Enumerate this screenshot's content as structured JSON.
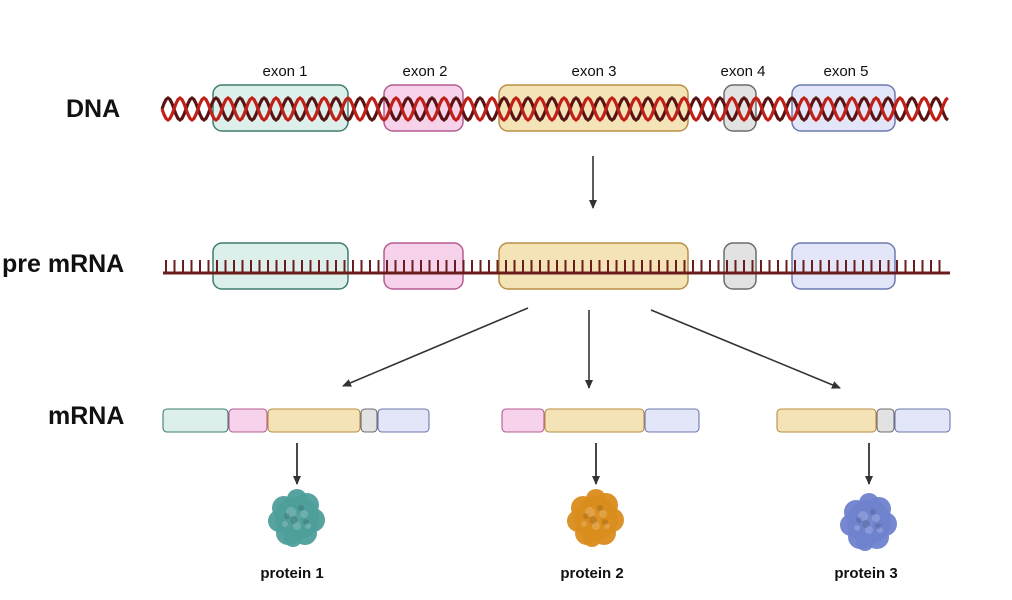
{
  "rows": {
    "dna_label": "DNA",
    "pre_mrna_label": "pre mRNA",
    "mrna_label": "mRNA"
  },
  "exons": [
    {
      "label": "exon 1",
      "fill": "#dcefea",
      "stroke": "#3f7d70"
    },
    {
      "label": "exon 2",
      "fill": "#f6d3ea",
      "stroke": "#b45c93"
    },
    {
      "label": "exon 3",
      "fill": "#f5e3b8",
      "stroke": "#b98e46"
    },
    {
      "label": "exon 4",
      "fill": "#e2e2e2",
      "stroke": "#6c6c6c"
    },
    {
      "label": "exon 5",
      "fill": "#e2e6f8",
      "stroke": "#6d78ad"
    }
  ],
  "colors": {
    "dna_strand_a": "#c0201a",
    "dna_strand_b": "#5a1414",
    "pre_mrna_backbone": "#6b1c1c",
    "arrow": "#333333"
  },
  "mrna_isoforms": [
    {
      "exons": [
        1,
        2,
        3,
        4,
        5
      ],
      "protein": {
        "label": "protein 1",
        "color": "#4e9e9a",
        "icon": "protein-blob-teal"
      }
    },
    {
      "exons": [
        2,
        3,
        5
      ],
      "protein": {
        "label": "protein 2",
        "color": "#d98d1e",
        "icon": "protein-blob-orange"
      }
    },
    {
      "exons": [
        3,
        4,
        5
      ],
      "protein": {
        "label": "protein 3",
        "color": "#6f82cc",
        "icon": "protein-blob-blue"
      }
    }
  ]
}
